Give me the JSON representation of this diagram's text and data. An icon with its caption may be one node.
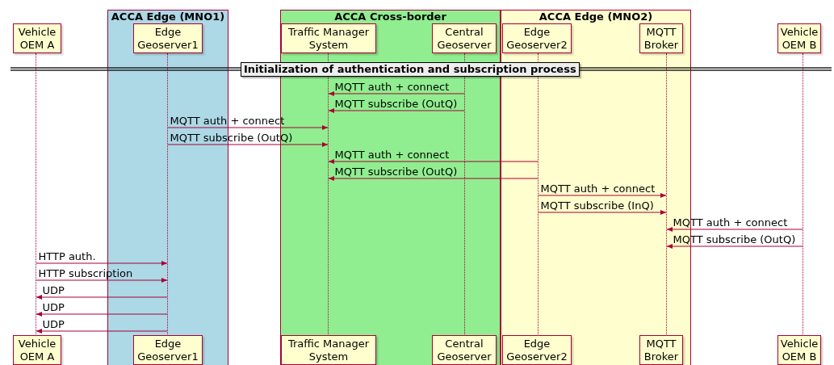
{
  "diagram": {
    "nodes": [
      {
        "text": [
          "ACCA Edge (MNO1)"
        ]
      },
      {
        "text": [
          "ACCA Cross-border"
        ]
      },
      {
        "text": [
          "ACCA Edge (MNO2)"
        ]
      },
      {
        "text": [
          "Vehicle OEM A"
        ]
      },
      {
        "text": [
          "Edge Geoserver1"
        ],
        "in": 0
      },
      {
        "text": [
          "Traffic Manager System"
        ],
        "in": 1
      },
      {
        "text": [
          "Central Geoserver"
        ],
        "in": 1
      },
      {
        "text": [
          "Edge Geoserver2"
        ],
        "in": 2
      },
      {
        "text": [
          "MQTT Broker"
        ],
        "in": 2
      },
      {
        "text": [
          "Vehicle OEM B"
        ]
      },
      {
        "text": [],
        "shape": "bar"
      },
      {
        "text": [],
        "shape": "bar",
        "in": 0
      },
      {
        "text": [],
        "shape": "bar",
        "in": 1
      },
      {
        "text": [],
        "shape": "bar",
        "in": 1
      },
      {
        "text": [],
        "shape": "bar",
        "in": 2
      },
      {
        "text": [],
        "shape": "bar",
        "in": 2
      },
      {
        "text": [],
        "shape": "bar"
      },
      {
        "text": [
          "Vehicle OEM A"
        ]
      },
      {
        "text": [
          "Edge Geoserver1"
        ],
        "in": 0
      },
      {
        "text": [
          "Traffic Manager System"
        ],
        "in": 1
      },
      {
        "text": [
          "Central Geoserver"
        ],
        "in": 1
      },
      {
        "text": [
          "Edge Geoserver2"
        ],
        "in": 2
      },
      {
        "text": [
          "MQTT Broker"
        ],
        "in": 2
      },
      {
        "text": [
          "Vehicle OEM B"
        ]
      }
    ],
    "edges": [
      {
        "from": 13,
        "to": 12,
        "arrow": "to",
        "label": "MQTT auth + connect"
      },
      {
        "from": 13,
        "to": 12,
        "arrow": "to",
        "label": "MQTT subscribe (OutQ)"
      },
      {
        "from": 11,
        "to": 12,
        "arrow": "to",
        "label": "MQTT auth + connect"
      },
      {
        "from": 11,
        "to": 12,
        "arrow": "to",
        "label": "MQTT subscribe (OutQ)"
      },
      {
        "from": 14,
        "to": 12,
        "arrow": "to",
        "label": "MQTT auth + connect"
      },
      {
        "from": 14,
        "to": 12,
        "arrow": "to",
        "label": "MQTT subscribe (OutQ)"
      },
      {
        "from": 14,
        "to": 15,
        "arrow": "to",
        "label": "MQTT auth + connect"
      },
      {
        "from": 14,
        "to": 15,
        "arrow": "to",
        "label": "MQTT subscribe (InQ)"
      },
      {
        "from": 16,
        "to": 15,
        "arrow": "to",
        "label": "MQTT auth + connect"
      },
      {
        "from": 16,
        "to": 15,
        "arrow": "to",
        "label": "MQTT subscribe (OutQ)"
      },
      {
        "from": 10,
        "to": 11,
        "arrow": "to",
        "label": "HTTP auth."
      },
      {
        "from": 10,
        "to": 11,
        "arrow": "to",
        "label": "HTTP subscription"
      },
      {
        "from": 11,
        "to": 10,
        "arrow": "to",
        "label": "UDP"
      },
      {
        "from": 11,
        "to": 10,
        "arrow": "to",
        "label": "UDP"
      },
      {
        "from": 11,
        "to": 10,
        "arrow": "to",
        "label": "UDP"
      }
    ],
    "labels": [
      "Initialization of authentication and subscription process"
    ]
  }
}
